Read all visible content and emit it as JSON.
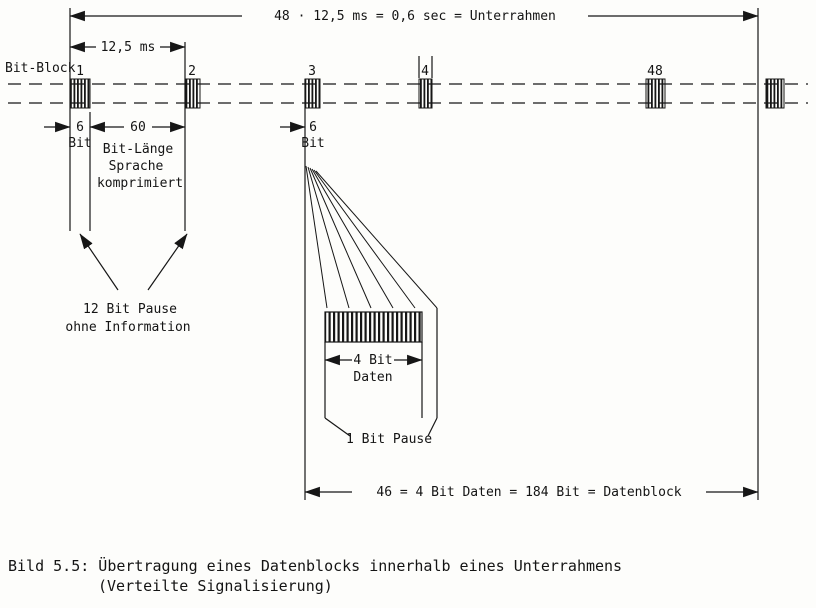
{
  "figure": {
    "top_dimension": "48 · 12,5 ms = 0,6 sec = Unterrahmen",
    "period_dimension": "12,5 ms",
    "row_label": "Bit-Block",
    "block_numbers": [
      "1",
      "2",
      "3",
      "4",
      "48"
    ],
    "block1_width_bits": "6",
    "block1_width_unit": "Bit",
    "speech_bits": "60",
    "speech_caption_line1": "Bit-Länge",
    "speech_caption_line2": "Sprache",
    "speech_caption_line3": "komprimiert",
    "pause_caption_line1": "12 Bit Pause",
    "pause_caption_line2": "ohne Information",
    "block3_width_bits": "6",
    "block3_width_unit": "Bit",
    "data_bits_dimension": "4 Bit",
    "data_bits_caption": "Daten",
    "bit_pause_caption": "1 Bit Pause",
    "bottom_dimension": "46 = 4 Bit Daten = 184 Bit = Datenblock"
  },
  "caption": {
    "line1": "Bild 5.5: Übertragung eines Datenblocks innerhalb eines Unterrahmens",
    "line2": "(Verteilte Signalisierung)"
  }
}
